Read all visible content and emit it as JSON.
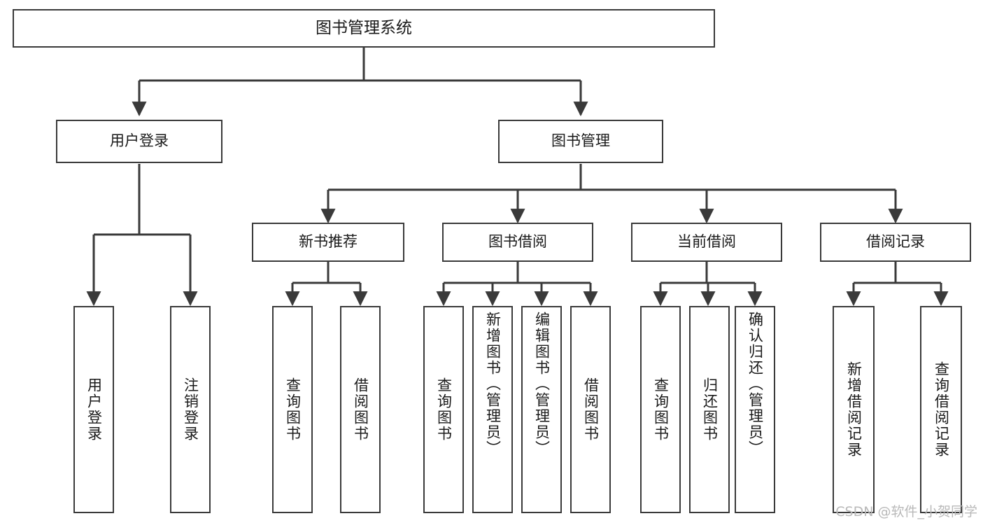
{
  "diagram": {
    "title": "图书管理系统",
    "type": "功能结构图",
    "watermark": "CSDN @软件_小贺同学",
    "colors": {
      "box_border": "#3a3a3a",
      "box_fill": "#ffffff",
      "connector": "#3a3a3a",
      "text": "#1a1a1a",
      "watermark": "#b9b9b9",
      "background": "#ffffff"
    }
  },
  "nodes": {
    "root": {
      "label": "图书管理系统"
    },
    "level2": [
      {
        "label": "用户登录"
      },
      {
        "label": "图书管理"
      }
    ],
    "level3": [
      {
        "label": "新书推荐"
      },
      {
        "label": "图书借阅"
      },
      {
        "label": "当前借阅"
      },
      {
        "label": "借阅记录"
      }
    ],
    "leaves": {
      "user_login": [
        {
          "label": "用户登录"
        },
        {
          "label": "注销登录"
        }
      ],
      "new_book": [
        {
          "label": "查询图书"
        },
        {
          "label": "借阅图书"
        }
      ],
      "book_borrow": [
        {
          "label": "查询图书"
        },
        {
          "label": "新增图书（管理员）"
        },
        {
          "label": "编辑图书（管理员）"
        },
        {
          "label": "借阅图书"
        }
      ],
      "current_borrow": [
        {
          "label": "查询图书"
        },
        {
          "label": "归还图书"
        },
        {
          "label": "确认归还（管理员）"
        }
      ],
      "borrow_record": [
        {
          "label": "新增借阅记录"
        },
        {
          "label": "查询借阅记录"
        }
      ]
    }
  }
}
